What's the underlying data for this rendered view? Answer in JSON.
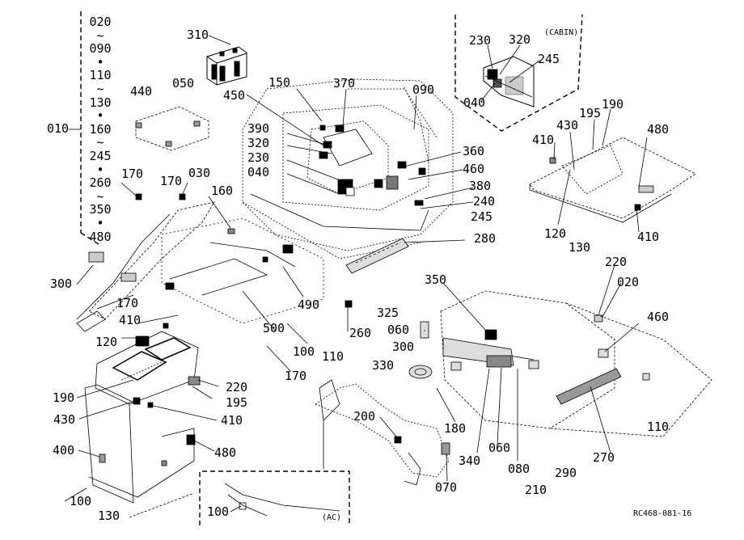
{
  "figure_code": "RC468-081-16",
  "insets": {
    "cabin": "(CABIN)",
    "ac": "(AC)"
  },
  "range_list": [
    {
      "kind": "num",
      "text": "020"
    },
    {
      "kind": "sep",
      "text": "~"
    },
    {
      "kind": "num",
      "text": "090"
    },
    {
      "kind": "sep",
      "text": "•"
    },
    {
      "kind": "num",
      "text": "110"
    },
    {
      "kind": "sep",
      "text": "~"
    },
    {
      "kind": "num",
      "text": "130"
    },
    {
      "kind": "sep",
      "text": "•"
    },
    {
      "kind": "num",
      "text": "160"
    },
    {
      "kind": "sep",
      "text": "~"
    },
    {
      "kind": "num",
      "text": "245"
    },
    {
      "kind": "sep",
      "text": "•"
    },
    {
      "kind": "num",
      "text": "260"
    },
    {
      "kind": "sep",
      "text": "~"
    },
    {
      "kind": "num",
      "text": "350"
    },
    {
      "kind": "sep",
      "text": "•"
    },
    {
      "kind": "num",
      "text": "480"
    }
  ],
  "labels": [
    "010",
    "310",
    "440",
    "050",
    "150",
    "370",
    "090",
    "450",
    "390",
    "320",
    "230",
    "040",
    "360",
    "460",
    "380",
    "240",
    "245",
    "280",
    "170",
    "030",
    "170",
    "160",
    "300",
    "350",
    "170",
    "410",
    "490",
    "325",
    "260",
    "060",
    "500",
    "100",
    "110",
    "120",
    "300",
    "330",
    "220",
    "190",
    "195",
    "430",
    "410",
    "170",
    "200",
    "180",
    "060",
    "080",
    "340",
    "400",
    "480",
    "070",
    "210",
    "290",
    "270",
    "110",
    "460",
    "100",
    "130",
    "100",
    "020",
    "220",
    "410",
    "130",
    "120",
    "410",
    "430",
    "195",
    "190",
    "480",
    "230",
    "320",
    "245",
    "040"
  ]
}
